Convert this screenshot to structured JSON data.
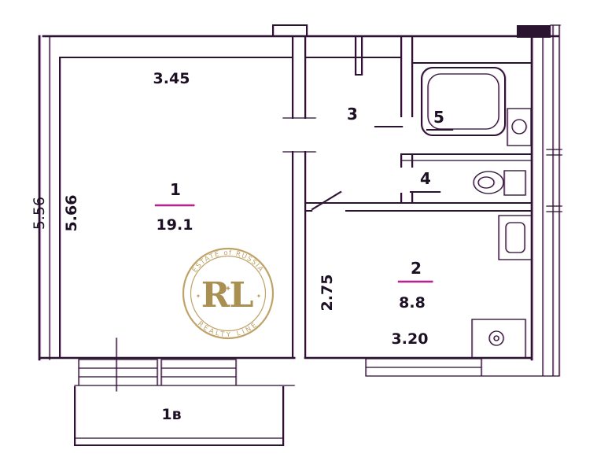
{
  "colors": {
    "bg": "#ffffff",
    "line": "#2a1430",
    "accent": "#b1258e",
    "gold": "#b3924c",
    "gold-dark": "#9c7c35"
  },
  "rooms": {
    "r1": {
      "num": "1",
      "area": "19.1"
    },
    "r2": {
      "num": "2",
      "area": "8.8"
    },
    "r3": {
      "num": "3"
    },
    "r4": {
      "num": "4"
    },
    "r5": {
      "num": "5"
    }
  },
  "dims": {
    "top_width": "3.45",
    "left_height": "5.66",
    "outer_left": "5.56",
    "kitchen_height": "2.75",
    "kitchen_width": "3.20"
  },
  "balcony": {
    "label": "1в"
  },
  "watermark": {
    "top_text": "ESTATE of RUSSIA",
    "monogram_left": "R",
    "monogram_right": "L",
    "divider_glyph": "✦",
    "star_glyph": "✦",
    "bottom_text": "REALTY LINE"
  }
}
